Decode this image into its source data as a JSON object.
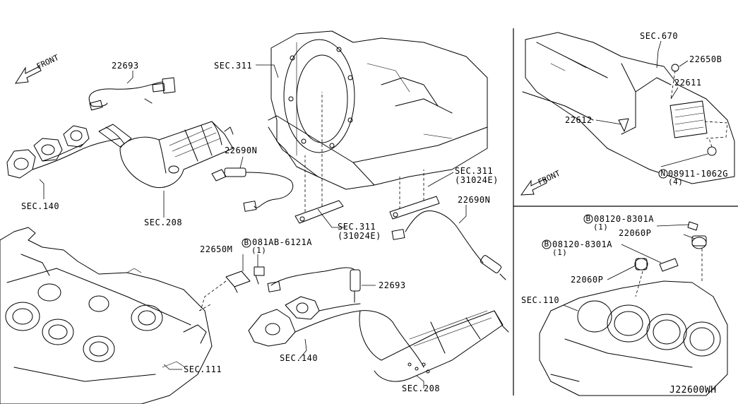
{
  "diagram": {
    "code": "J22600WH",
    "front_top": "FRONT",
    "front_right": "FRONT"
  },
  "labels": {
    "p22693_top": "22693",
    "sec140_left": "SEC.140",
    "sec208_left": "SEC.208",
    "p22690N_left": "22690N",
    "sec311_top": "SEC.311",
    "sec311_right": "SEC.311",
    "sec311_right_sub": "(31024E)",
    "sec311_mid": "SEC.311",
    "sec311_mid_sub": "(31024E)",
    "p22690N_right": "22690N",
    "p22650M": "22650M",
    "bolt_081AB_circle": "B",
    "bolt_081AB": "081AB-6121A",
    "bolt_081AB_qty": "(1)",
    "p22693_mid": "22693",
    "sec140_mid": "SEC.140",
    "sec208_bottom": "SEC.208",
    "sec111": "SEC.111",
    "sec670": "SEC.670",
    "p22650B": "22650B",
    "p22611": "22611",
    "p22612": "22612",
    "nut_circle": "N",
    "nut_08911": "08911-1062G",
    "nut_qty": "(4)",
    "bolt_08120_top_circle": "B",
    "bolt_08120_top": "08120-8301A",
    "bolt_08120_top_qty": "(1)",
    "p22060P_top": "22060P",
    "bolt_08120_mid_circle": "B",
    "bolt_08120_mid": "08120-8301A",
    "bolt_08120_mid_qty": "(1)",
    "p22060P_mid": "22060P",
    "sec110": "SEC.110"
  }
}
